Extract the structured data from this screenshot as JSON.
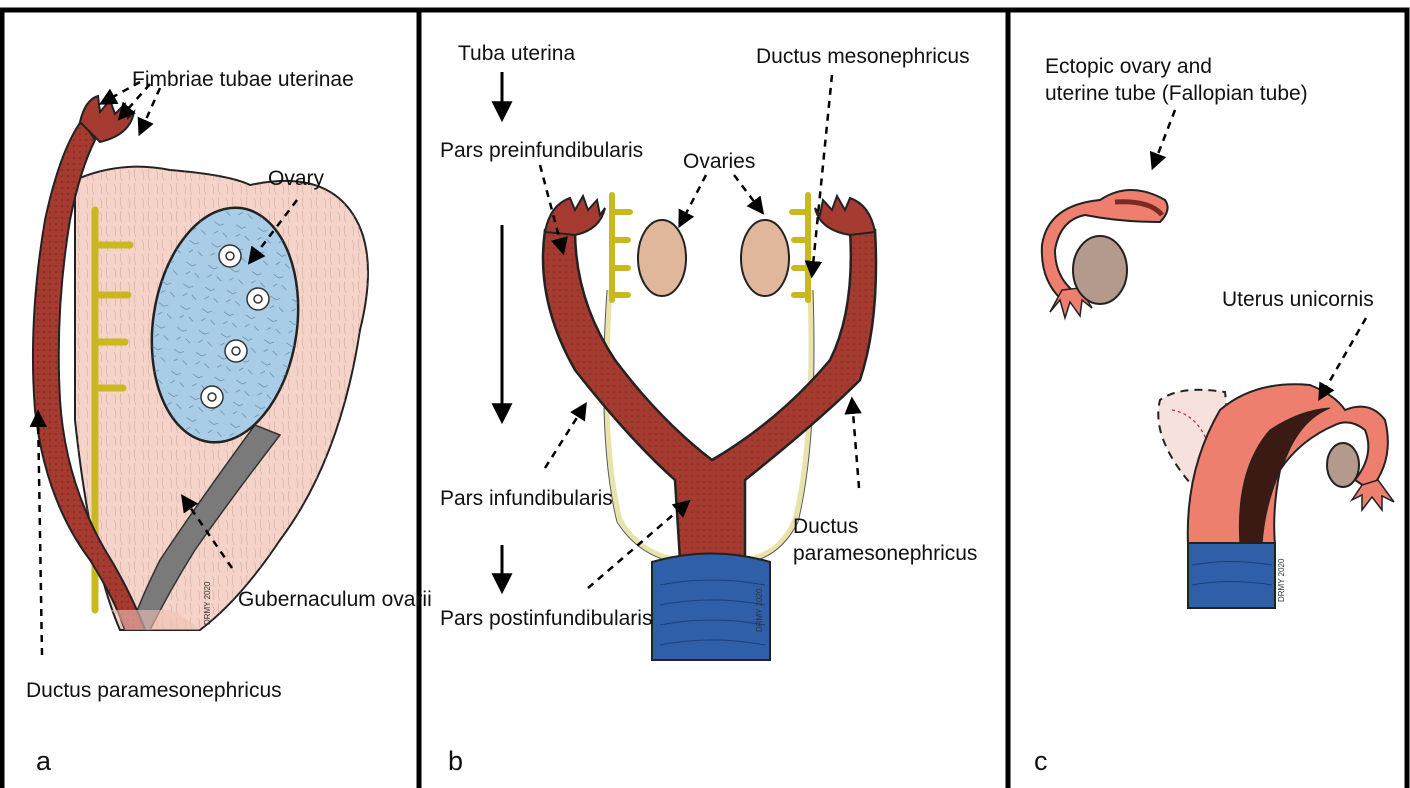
{
  "panels": [
    {
      "letter": "a",
      "labels": {
        "fimbriae": "Fimbriae tubae uterinae",
        "ovary": "Ovary",
        "gubernaculum": "Gubernaculum ovarii",
        "ductus": "Ductus paramesonephricus"
      },
      "signature": "DRMY 2020"
    },
    {
      "letter": "b",
      "labels": {
        "tuba": "Tuba uterina",
        "preinf": "Pars preinfundibularis",
        "ovaries": "Ovaries",
        "mesoneph": "Ductus mesonephricus",
        "inf": "Pars infundibularis",
        "postinf": "Pars postinfundibularis",
        "paramesoneph_line1": "Ductus",
        "paramesoneph_line2": "paramesonephricus"
      },
      "signature": "DRMY 2020"
    },
    {
      "letter": "c",
      "labels": {
        "ectopic_line1": "Ectopic ovary and",
        "ectopic_line2": "uterine tube (Fallopian tube)",
        "unicornis": "Uterus unicornis"
      },
      "signature": "DRMY 2020"
    }
  ],
  "colors": {
    "tube": "#a53a30",
    "tube_light": "#c8544a",
    "mesonephric": "#c9b820",
    "mesonephric_pale": "#e8e3a8",
    "ovary_blue": "#a9cde6",
    "ovary_beige": "#e0b79b",
    "tissue_pink": "#f6d3c8",
    "gubernaculum": "#7a7a7a",
    "cervix_blue": "#2f5fa8",
    "uterus_salmon": "#ee7f6e",
    "border": "#000000"
  }
}
